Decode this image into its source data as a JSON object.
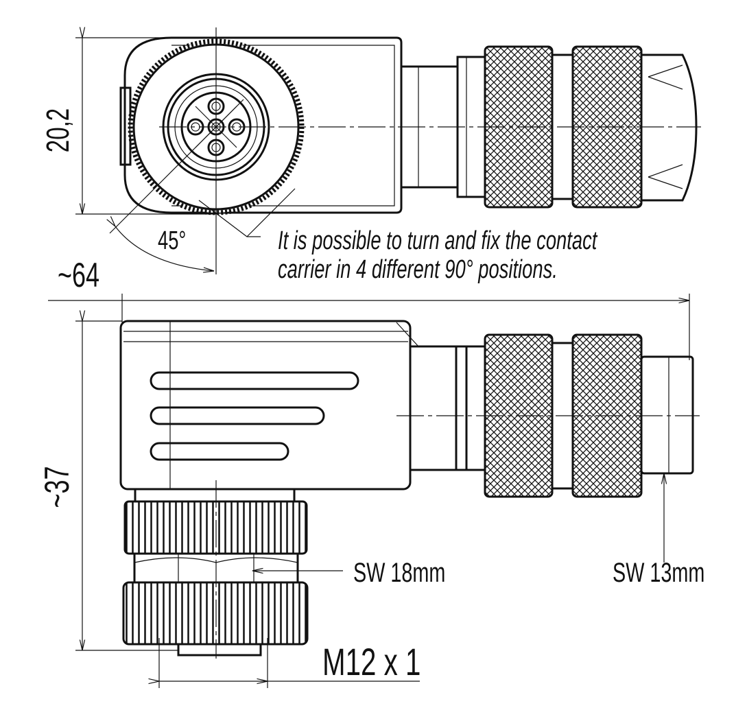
{
  "title": "M12 angled connector dimensional drawing",
  "dimensions": {
    "height_top_view": "20,2",
    "angle": "45°",
    "total_length": "~64",
    "height_side_view": "~37",
    "wrench_size_nut": "SW 18mm",
    "wrench_size_cable": "SW 13mm",
    "thread": "M12 x 1"
  },
  "note": {
    "line1": "It is possible to turn and fix the contact",
    "line2": "carrier in 4 different 90° positions."
  },
  "colors": {
    "line": "#111111",
    "background": "#ffffff"
  }
}
